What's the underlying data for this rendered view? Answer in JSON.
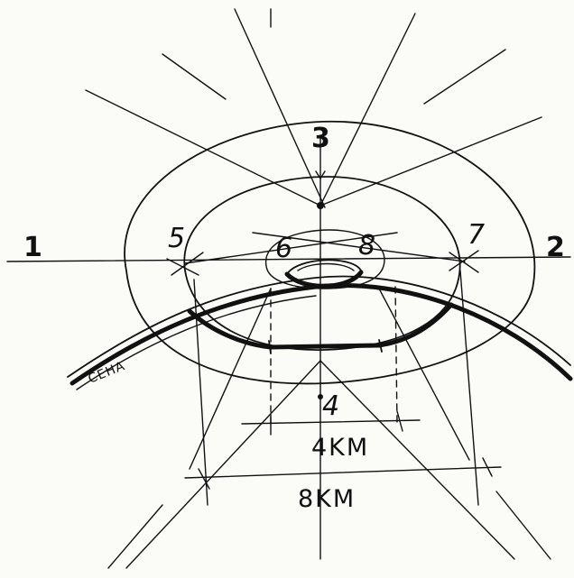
{
  "labels": {
    "point_1": "1",
    "point_2": "2",
    "point_3": "3",
    "point_4": "4",
    "point_5": "5",
    "point_6": "6",
    "point_7": "7",
    "point_8": "8",
    "distance_inner": "4KM",
    "distance_outer": "8KM",
    "river": "СЕНА"
  }
}
